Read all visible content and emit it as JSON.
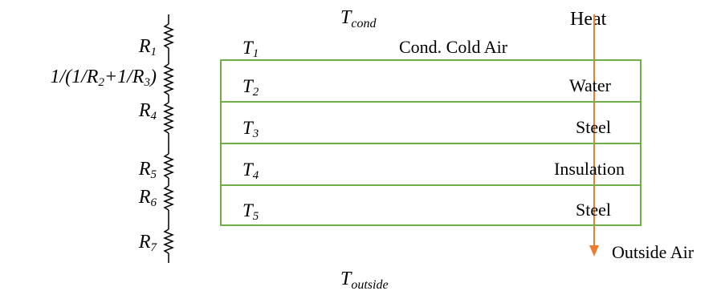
{
  "top_label": {
    "main": "T",
    "sub": "cond"
  },
  "bottom_label": {
    "main": "T",
    "sub": "outside"
  },
  "heat_label": "Heat",
  "outside_air_label": "Outside Air",
  "air_layer": {
    "temp_main": "T",
    "temp_sub": "1",
    "name": "Cond. Cold Air"
  },
  "layers": [
    {
      "temp_main": "T",
      "temp_sub": "2",
      "name": "Water"
    },
    {
      "temp_main": "T",
      "temp_sub": "3",
      "name": "Steel"
    },
    {
      "temp_main": "T",
      "temp_sub": "4",
      "name": "Insulation"
    },
    {
      "temp_main": "T",
      "temp_sub": "5",
      "name": "Steel"
    }
  ],
  "resistances": [
    {
      "main": "R",
      "sub": "1"
    },
    {
      "expr": "1/(1/R",
      "sub_a": "2",
      "mid": "+1/R",
      "sub_b": "3",
      "end": ")"
    },
    {
      "main": "R",
      "sub": "4"
    },
    {
      "main": "R",
      "sub": "5"
    },
    {
      "main": "R",
      "sub": "6"
    },
    {
      "main": "R",
      "sub": "7"
    }
  ],
  "colors": {
    "layer_border": "#70ad47",
    "arrow": "#ed7d31",
    "line": "#000000"
  }
}
